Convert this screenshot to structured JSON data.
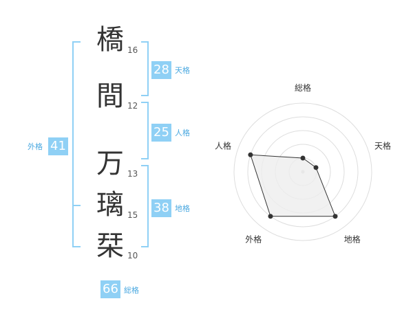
{
  "name": {
    "characters": [
      {
        "char": "橋",
        "strokes": "16"
      },
      {
        "char": "間",
        "strokes": "12"
      },
      {
        "char": "万",
        "strokes": "13"
      },
      {
        "char": "璃",
        "strokes": "15"
      },
      {
        "char": "栞",
        "strokes": "10"
      }
    ]
  },
  "fortunes": {
    "tenkaku": {
      "label": "天格",
      "value": "28"
    },
    "jinkaku": {
      "label": "人格",
      "value": "25"
    },
    "chikaku": {
      "label": "地格",
      "value": "38"
    },
    "gaikaku": {
      "label": "外格",
      "value": "41"
    },
    "soukaku": {
      "label": "総格",
      "value": "66"
    }
  },
  "chart_data": {
    "type": "radar",
    "axes": [
      "総格",
      "天格",
      "地格",
      "外格",
      "人格"
    ],
    "levels": 5,
    "values": [
      1,
      1,
      4,
      4,
      4
    ],
    "max": 5,
    "colors": {
      "fill": "#eeeeee",
      "stroke": "#333333",
      "grid": "#dddddd",
      "point": "#333333"
    }
  },
  "colors": {
    "accent": "#8fd0f5",
    "accent_text": "#4aa8e0"
  }
}
